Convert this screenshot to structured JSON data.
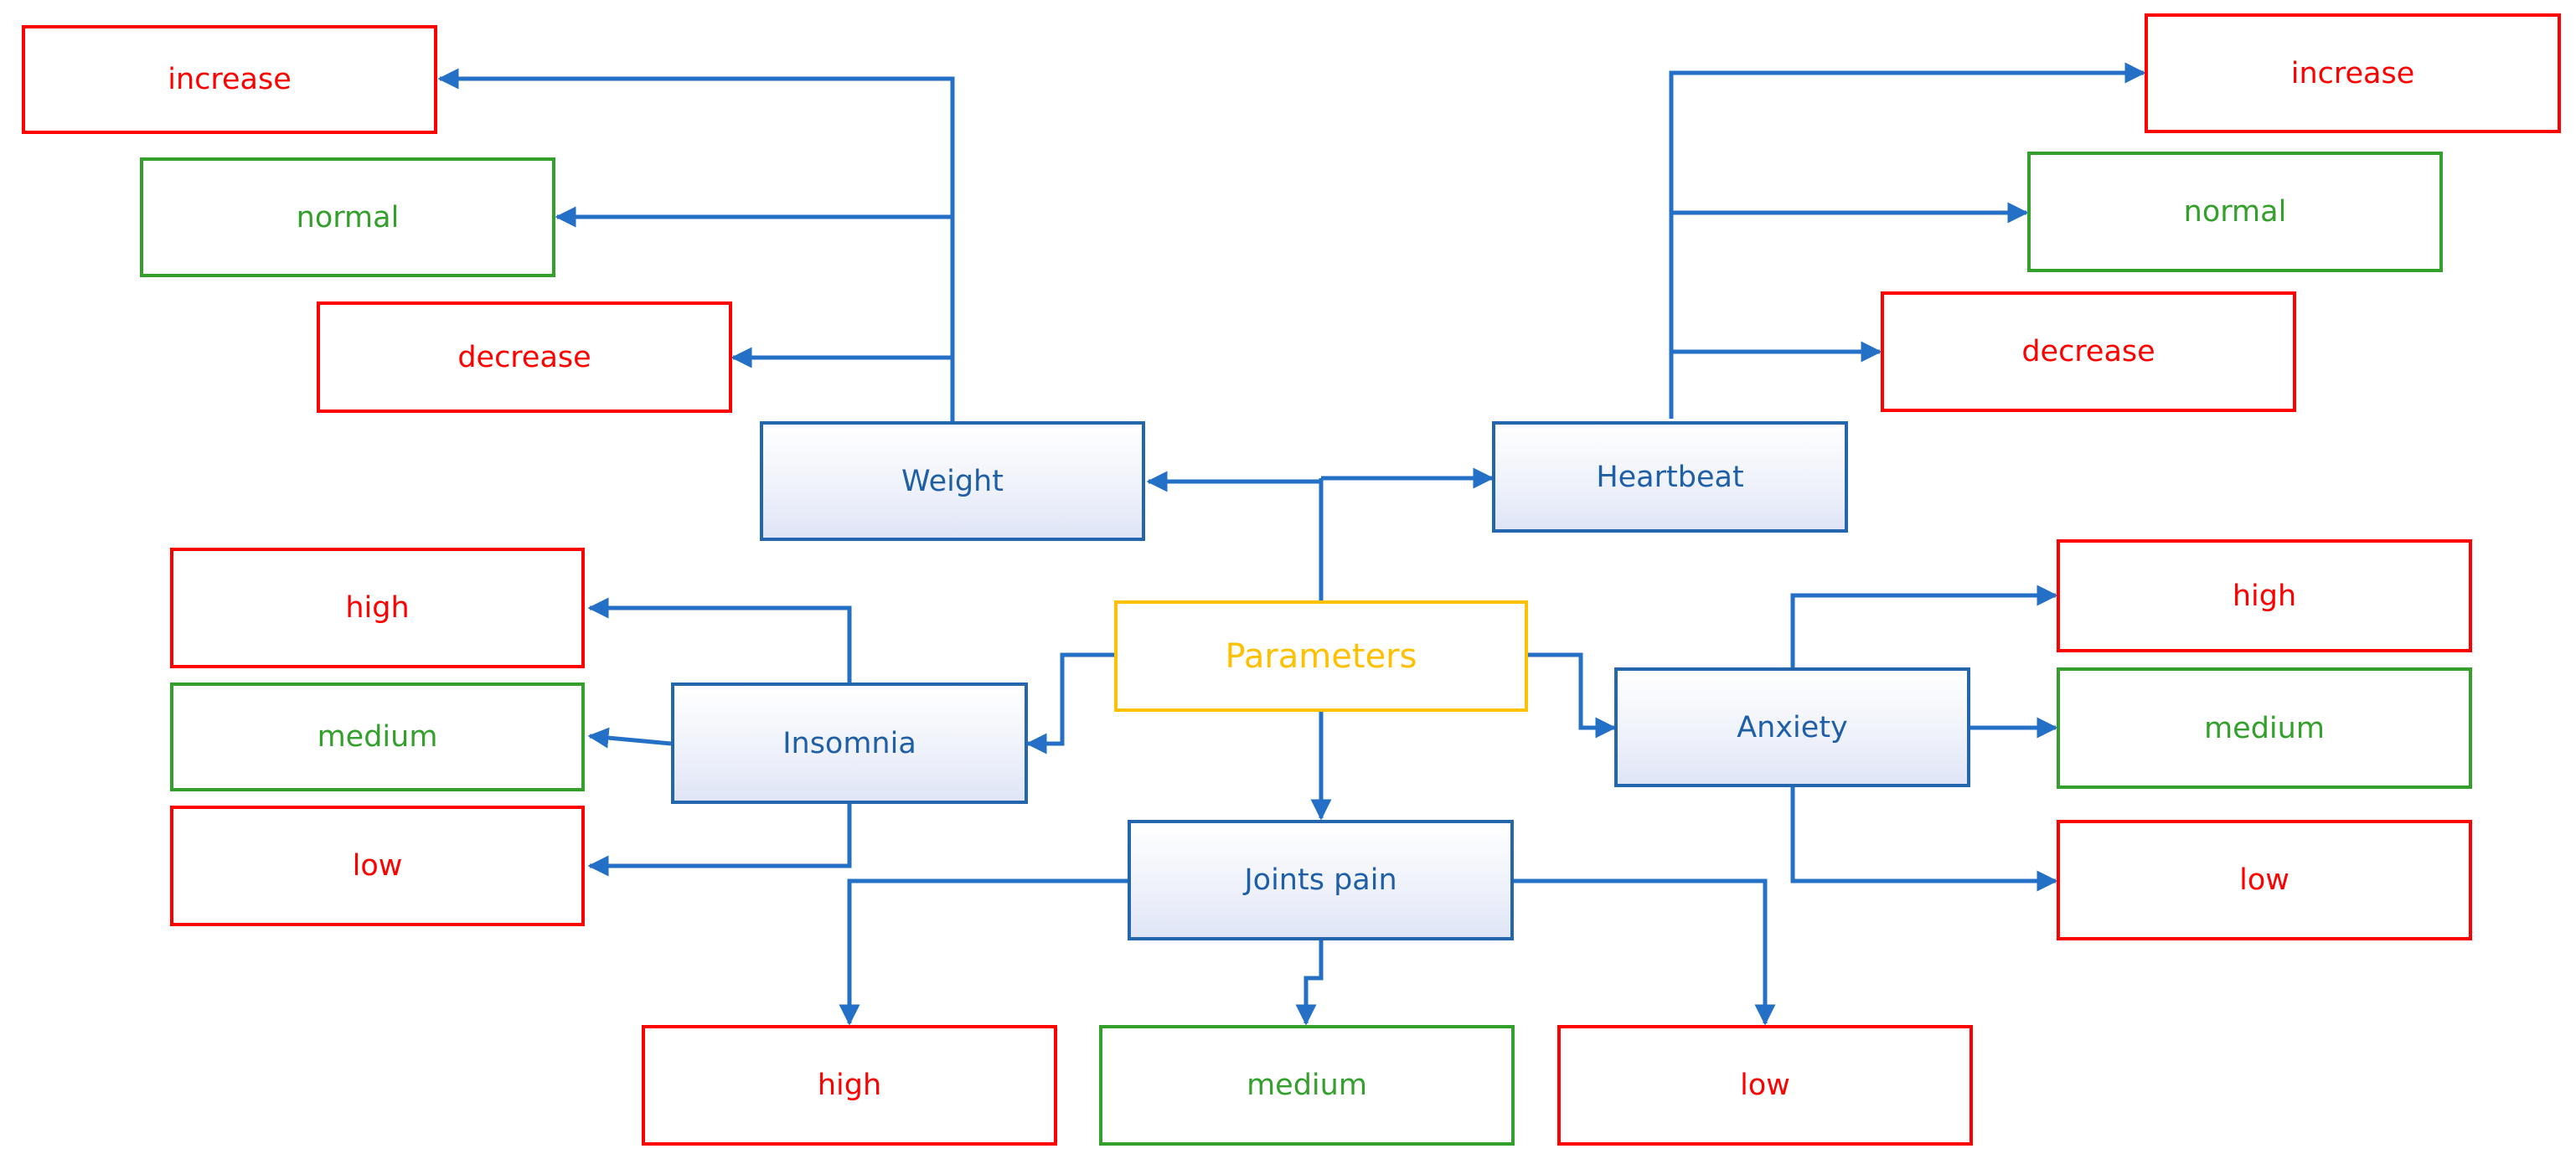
{
  "diagram": {
    "root": {
      "label": "Parameters",
      "color": "#ffc000"
    },
    "colors": {
      "connector": "#2470c6",
      "param_border": "#2466ad",
      "negative": "#ff0000",
      "positive": "#33a02c"
    },
    "parameters": [
      {
        "id": "weight",
        "label": "Weight",
        "outcomes": [
          {
            "label": "increase",
            "status": "negative"
          },
          {
            "label": "normal",
            "status": "positive"
          },
          {
            "label": "decrease",
            "status": "negative"
          }
        ]
      },
      {
        "id": "heartbeat",
        "label": "Heartbeat",
        "outcomes": [
          {
            "label": "increase",
            "status": "negative"
          },
          {
            "label": "normal",
            "status": "positive"
          },
          {
            "label": "decrease",
            "status": "negative"
          }
        ]
      },
      {
        "id": "insomnia",
        "label": "Insomnia",
        "outcomes": [
          {
            "label": "high",
            "status": "negative"
          },
          {
            "label": "medium",
            "status": "positive"
          },
          {
            "label": "low",
            "status": "negative"
          }
        ]
      },
      {
        "id": "anxiety",
        "label": "Anxiety",
        "outcomes": [
          {
            "label": "high",
            "status": "negative"
          },
          {
            "label": "medium",
            "status": "positive"
          },
          {
            "label": "low",
            "status": "negative"
          }
        ]
      },
      {
        "id": "joints",
        "label": "Joints pain",
        "outcomes": [
          {
            "label": "high",
            "status": "negative"
          },
          {
            "label": "medium",
            "status": "positive"
          },
          {
            "label": "low",
            "status": "negative"
          }
        ]
      }
    ]
  }
}
